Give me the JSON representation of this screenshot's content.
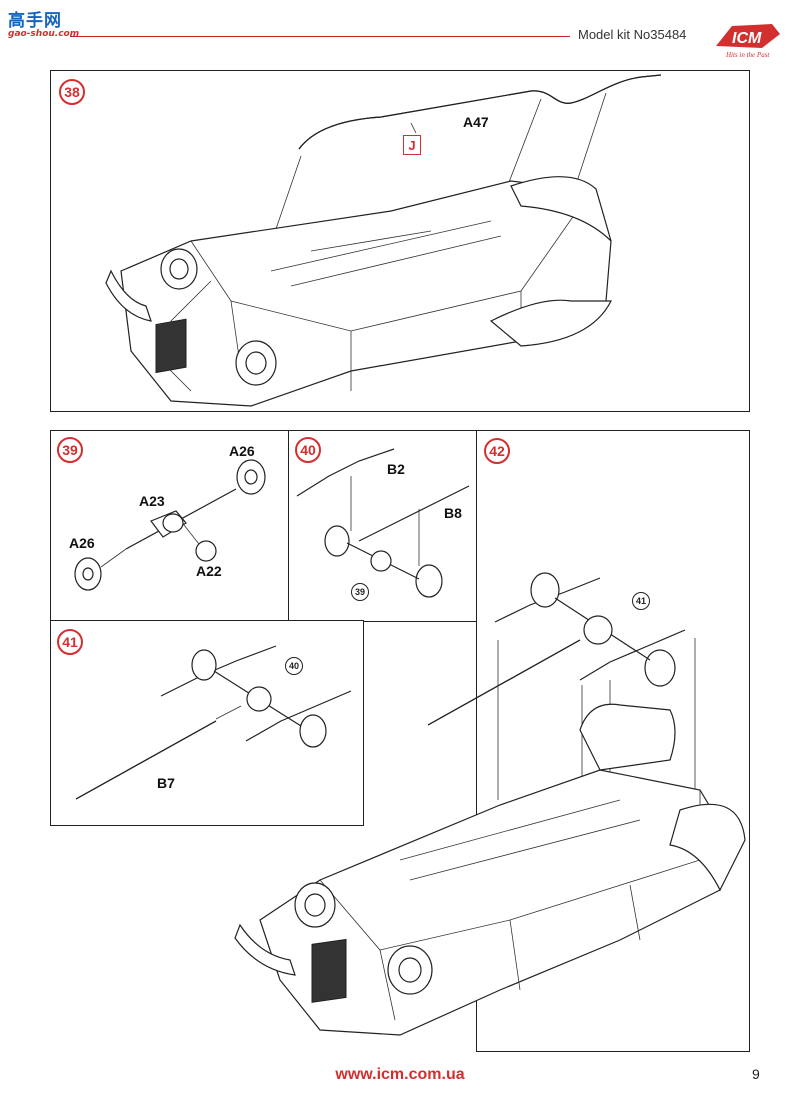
{
  "header": {
    "watermark_cn": "高手网",
    "watermark_url": "gao-shou.com",
    "model_kit": "Model kit No35484",
    "logo_text": "ICM",
    "logo_tagline": "Hits in the Past"
  },
  "steps": [
    {
      "number": "38",
      "parts": [
        "A47"
      ],
      "marker": "J"
    },
    {
      "number": "39",
      "parts": [
        "A26",
        "A23",
        "A26",
        "A22"
      ]
    },
    {
      "number": "40",
      "parts": [
        "B2",
        "B8"
      ],
      "ref": "39"
    },
    {
      "number": "41",
      "parts": [
        "B7"
      ],
      "ref": "40"
    },
    {
      "number": "42",
      "ref": "41"
    }
  ],
  "footer": {
    "url": "www.icm.com.ua",
    "page": "9"
  },
  "colors": {
    "accent": "#d32f2f",
    "line": "#222222"
  }
}
